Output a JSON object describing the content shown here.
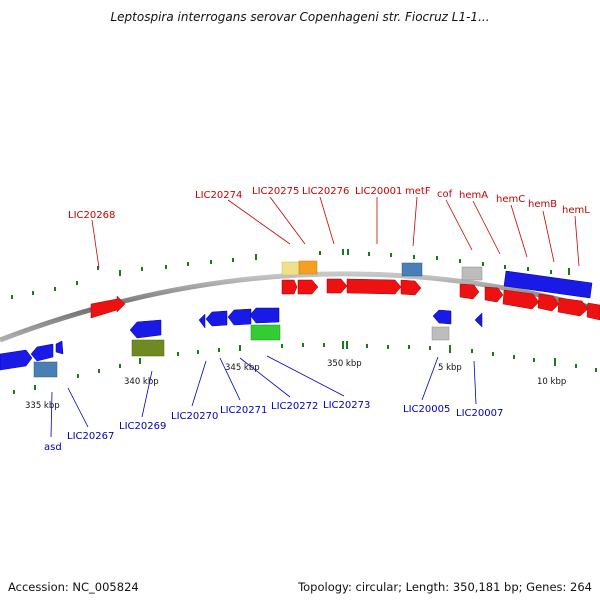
{
  "title": "Leptospira interrogans serovar Copenhageni str. Fiocruz L1-1...",
  "footer": {
    "accession": "Accession: NC_005824",
    "summary": "Topology: circular; Length: 350,181 bp; Genes: 264"
  },
  "colors": {
    "forward_label": "#cc0000",
    "reverse_label": "#0000bb",
    "backbone": "#8a8a8a",
    "tick": "#1a7a1a",
    "forward_gene": "#ee1111",
    "reverse_gene": "#1a1ae6"
  },
  "tick_labels": [
    "335 kbp",
    "340 kbp",
    "345 kbp",
    "350 kbp",
    "5 kbp",
    "10 kbp"
  ],
  "forward_gene_labels": [
    "LIC20268",
    "LIC20274",
    "LIC20275",
    "LIC20276",
    "LIC20001",
    "metF",
    "cof",
    "hemA",
    "hemC",
    "hemB",
    "hemL"
  ],
  "reverse_gene_labels": [
    "asd",
    "LIC20267",
    "LIC20269",
    "LIC20270",
    "LIC20271",
    "LIC20272",
    "LIC20273",
    "LIC20005",
    "LIC20007"
  ]
}
